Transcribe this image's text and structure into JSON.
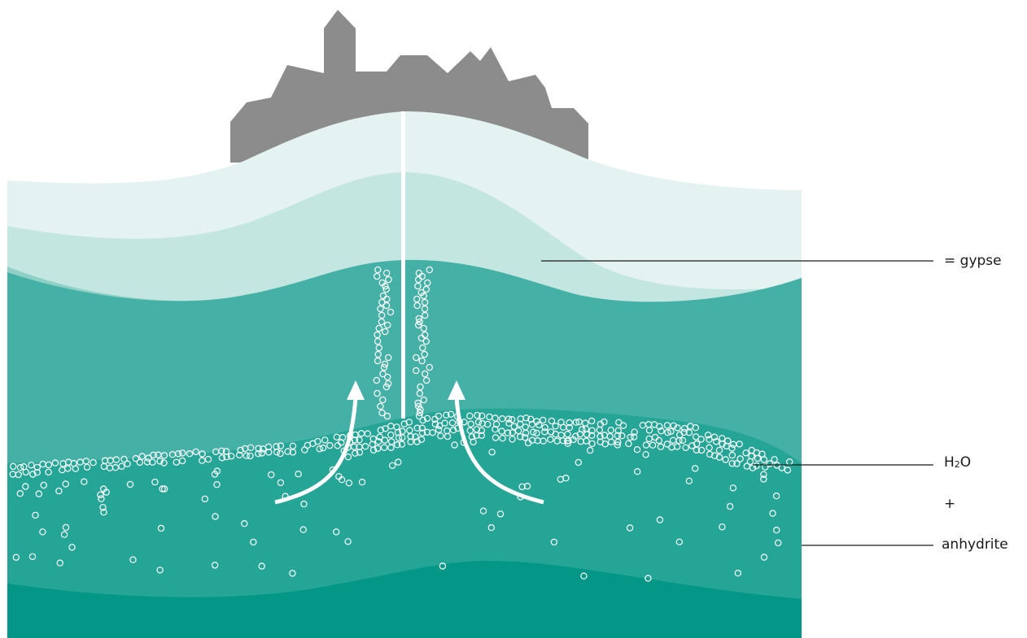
{
  "labels": {
    "gypse": "= gypse",
    "water_main": "H",
    "water_subscript": "2",
    "water_tail": "O",
    "plus": "+",
    "anhydrite": "anhydrite"
  },
  "colors": {
    "castle": "#8c8c8c",
    "layer_surface": "#e4f3f1",
    "layer_upper": "#c4e6e1",
    "layer_gypsum": "#8fd0c6",
    "layer_middle": "#45b1a6",
    "layer_anhydrite": "#25a596",
    "layer_base": "#049686",
    "arrows": "#ffffff",
    "leader_lines": "#1a1a1a"
  }
}
